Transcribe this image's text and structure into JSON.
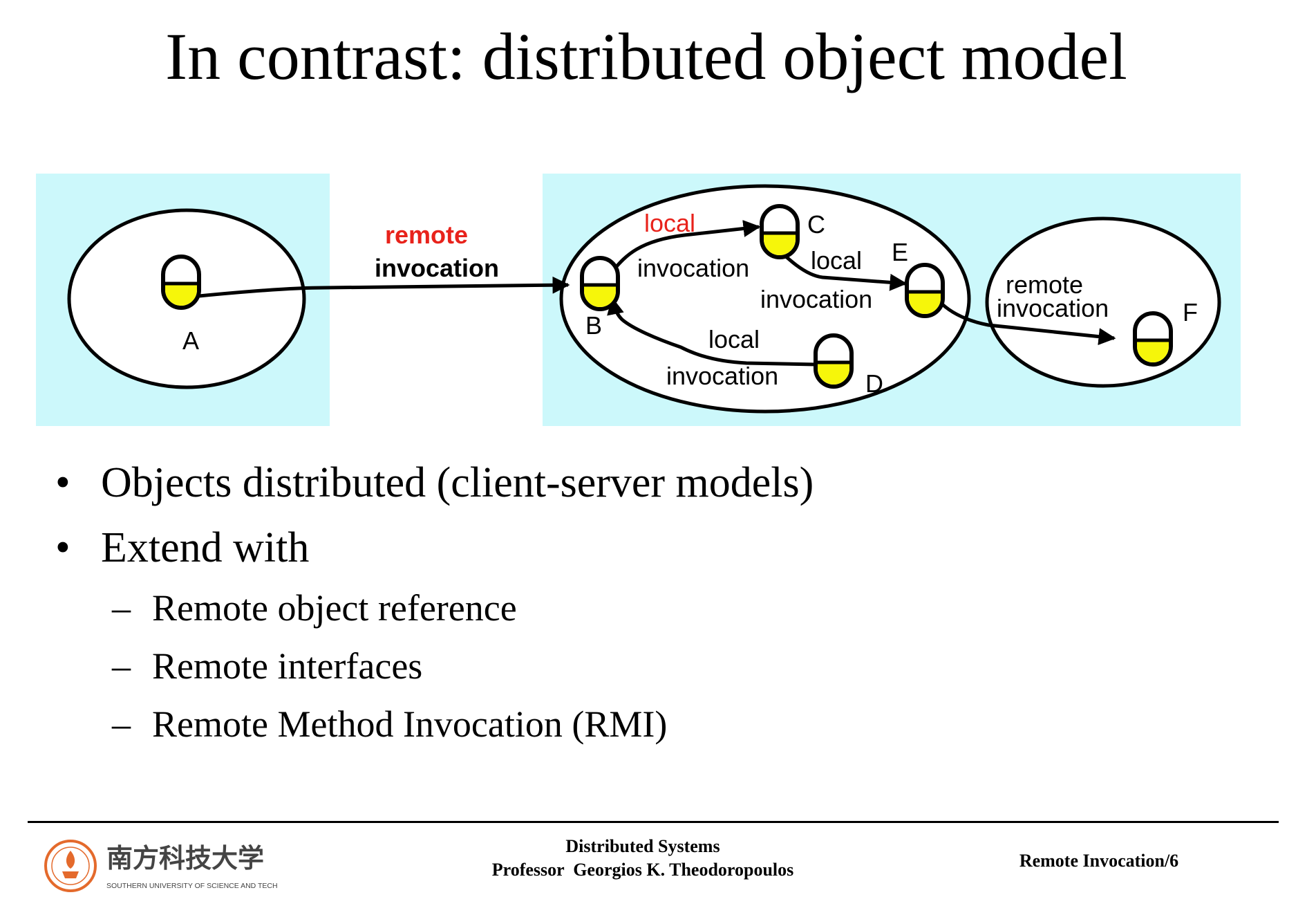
{
  "slide": {
    "title": "In contrast: distributed object model"
  },
  "diagram": {
    "remote_label_1": "remote",
    "invocation_label_1": "invocation",
    "local_label_1": "local",
    "invocation_label_2": "invocation",
    "local_label_2": "local",
    "invocation_label_3": "invocation",
    "local_label_3": "local",
    "invocation_label_4": "invocation",
    "remote_label_2": "remote",
    "invocation_label_5": "invocation",
    "objects": [
      "A",
      "B",
      "C",
      "D",
      "E",
      "F"
    ],
    "colors": {
      "panel": "#ccf8fb",
      "object_fill": "#f6f60a",
      "accent_red": "#e8221b"
    }
  },
  "bullets": [
    {
      "text": "Objects distributed (client-server models)"
    },
    {
      "text": "Extend with",
      "sub": [
        "Remote object reference",
        "Remote interfaces",
        "Remote Method Invocation (RMI)"
      ]
    }
  ],
  "footer": {
    "logo_text": "南方科技大学",
    "logo_sub": "SOUTHERN UNIVERSITY OF SCIENCE AND TECHNOLOGY",
    "course": "Distributed Systems",
    "professor": "Professor  Georgios K. Theodoropoulos",
    "page": "Remote Invocation/6"
  }
}
